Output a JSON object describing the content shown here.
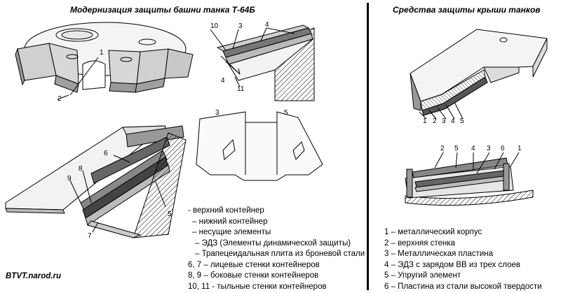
{
  "titles": {
    "left": "Модернизация защиты башни танка Т-64Б",
    "right": "Средства защиты крыши танков"
  },
  "left_legend": [
    "- верхний контейнер",
    "– нижний контейнер",
    "– несущие элементы",
    "– ЭДЗ (Элементы динамической защиты)",
    "– Трапецеидальная плита из броневой стали",
    "6, 7 – лицевые стенки контейнеров",
    "8, 9 – боковые стенки контейнеров",
    "10, 11 -  тыльные стенки контейнеров"
  ],
  "right_legend": [
    "1 – металлический корпус",
    "2 – верхняя стенка",
    "3 – Металлическая пластина",
    "4 – ЭДЗ с зарядом ВВ из трех слоев",
    "5 – Упругий элемент",
    "6 – Пластина из стали высокой твердости"
  ],
  "site": "BTVT.narod.ru",
  "callouts": {
    "turret": [
      "1",
      "2"
    ],
    "section": [
      "10",
      "3",
      "4",
      "11"
    ],
    "blank": [
      "3",
      "5"
    ],
    "main": [
      "6",
      "8",
      "9",
      "5",
      "7"
    ],
    "roof_top": [
      "1",
      "2",
      "3",
      "4",
      "5"
    ],
    "roof_bottom": [
      "2",
      "5",
      "4",
      "3",
      "6",
      "1"
    ]
  }
}
